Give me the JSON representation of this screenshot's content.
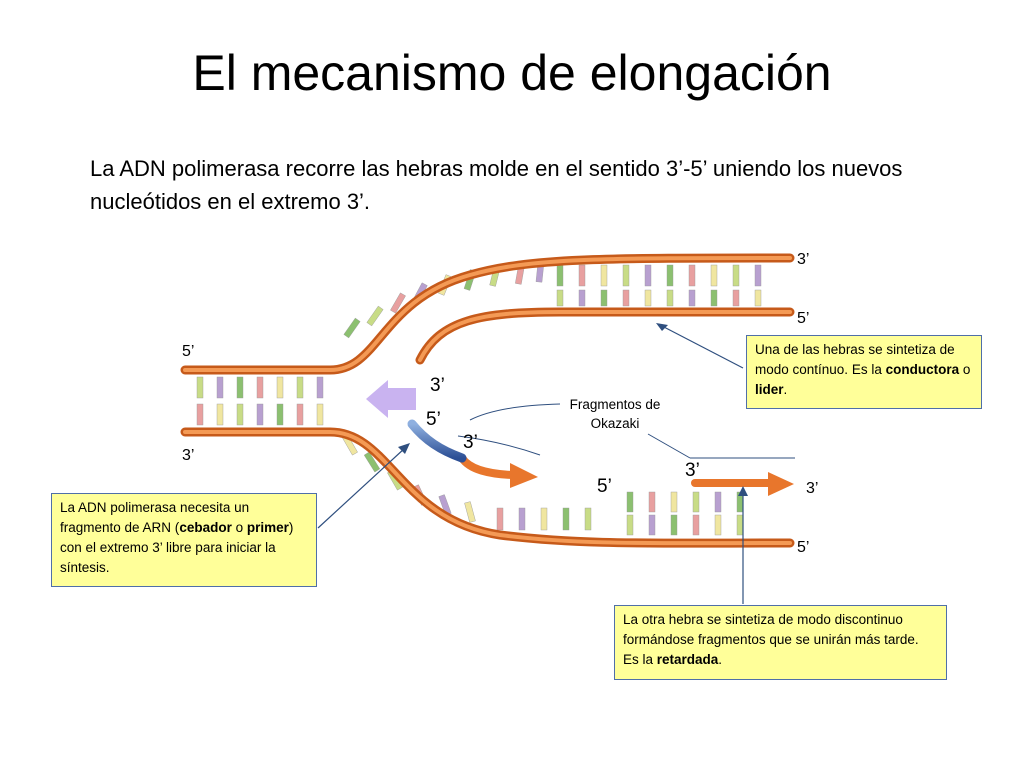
{
  "slide": {
    "title": "El mecanismo de elongación",
    "subtitle": "La ADN polimerasa recorre las hebras molde en el sentido 3’-5’ uniendo los nuevos nucleótidos en el extremo 3’."
  },
  "labels": {
    "top_right_3": "3’",
    "top_right_5": "5’",
    "left_5": "5’",
    "left_3": "3’",
    "fork_3a": "3’",
    "fork_5": "5’",
    "fork_3b": "3’",
    "frag_5": "5’",
    "frag_3": "3’",
    "lower_right_3": "3’",
    "lower_right_5": "5’",
    "fragments": "Fragmentos de Okazaki"
  },
  "callouts": {
    "leading": {
      "pre": "Una de las hebras se sintetiza de modo contínuo. Es la ",
      "bold1": "conductora",
      "mid": " o ",
      "bold2": "lider",
      "post": "."
    },
    "primer": {
      "pre": "La ADN polimerasa necesita un fragmento de ARN (",
      "bold1": "cebador",
      "mid": " o ",
      "bold2": "primer",
      "post": ") con el extremo 3’ libre para iniciar la síntesis."
    },
    "lagging": {
      "pre": "La otra hebra se sintetiza de modo discontinuo formándose fragmentos que se unirán más tarde. Es la ",
      "bold1": "retardada",
      "post": "."
    }
  },
  "colors": {
    "strand_orange": "#e8762c",
    "primer_blue": "#3b5fa8",
    "arrow_purple": "#c9b3f0",
    "callout_fill": "#ffff99",
    "leader_line": "#2f4f7f",
    "base_colors": [
      "#c8dc86",
      "#e8a0a0",
      "#b8a0d0",
      "#f0e6a0",
      "#8cc070"
    ]
  }
}
